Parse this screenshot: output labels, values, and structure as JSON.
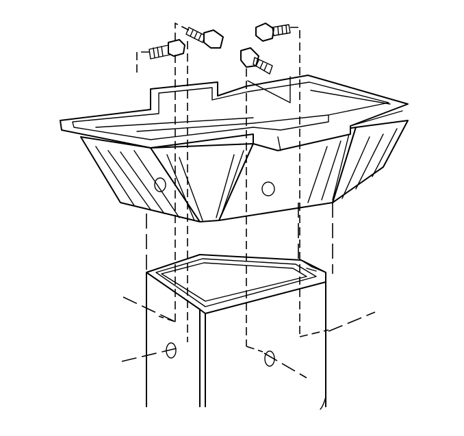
{
  "diagram": {
    "parts": [
      "mounting-bracket",
      "frame-post",
      "bolt"
    ],
    "bolt_count": 4,
    "colors": {
      "line": "#000000",
      "background": "#ffffff"
    }
  }
}
